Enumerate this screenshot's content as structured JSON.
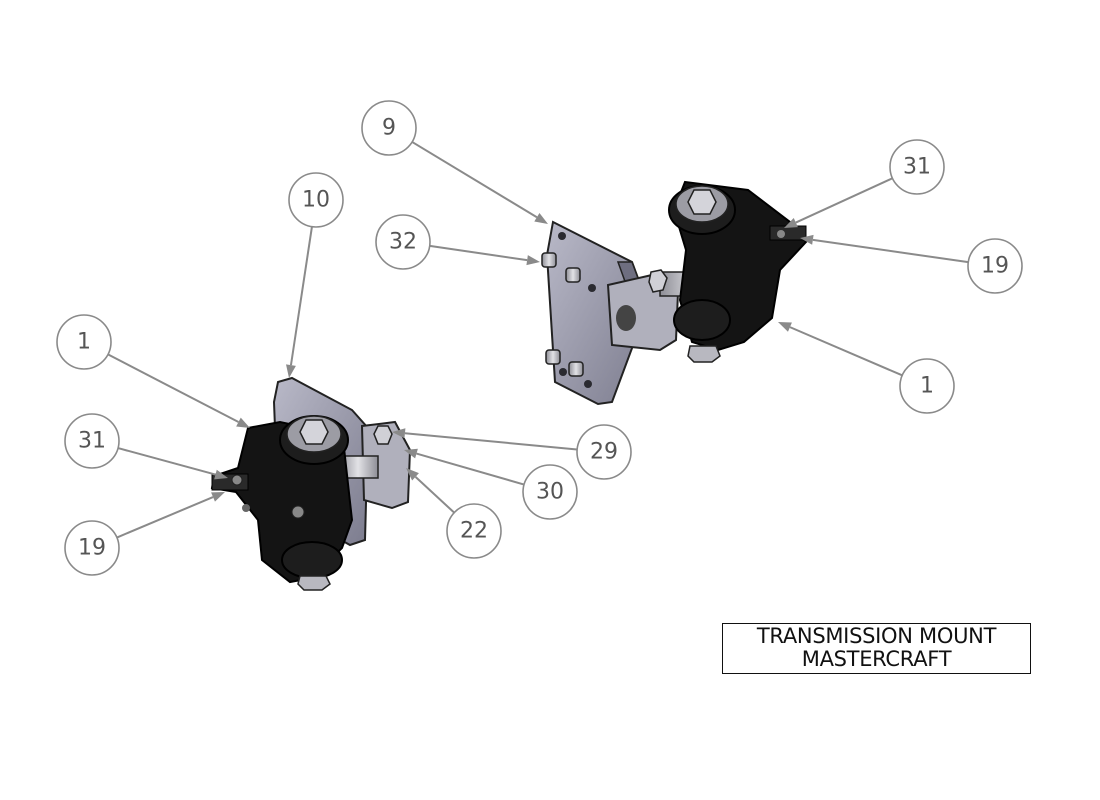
{
  "title_block": {
    "line1": "TRANSMISSION MOUNT",
    "line2": "MASTERCRAFT"
  },
  "balloons": [
    {
      "label": "9"
    },
    {
      "label": "10"
    },
    {
      "label": "31"
    },
    {
      "label": "32"
    },
    {
      "label": "19"
    },
    {
      "label": "1"
    },
    {
      "label": "1"
    },
    {
      "label": "31"
    },
    {
      "label": "29"
    },
    {
      "label": "30"
    },
    {
      "label": "19"
    },
    {
      "label": "22"
    }
  ],
  "colors": {
    "leader": "#8a8a8a",
    "part_dark": "#141414",
    "part_plate": "#9a9aae",
    "part_steel": "#c4c4cc"
  }
}
